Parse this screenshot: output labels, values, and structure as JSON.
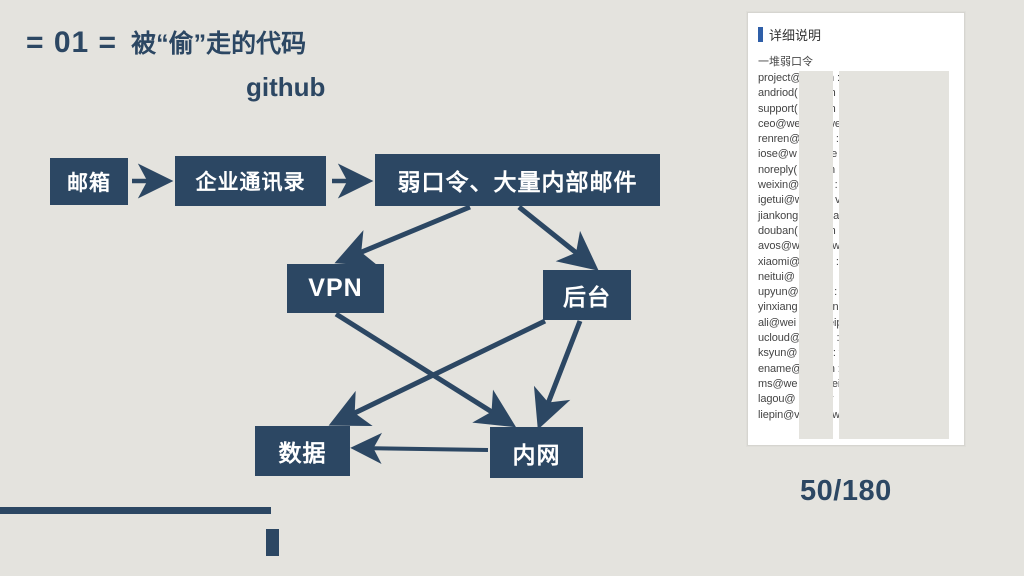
{
  "slide": {
    "background_color": "#e4e3de",
    "accent_color": "#2c4763",
    "title_number": "= 01 =",
    "title_text": "被“偷”走的代码",
    "subtitle": "github",
    "page_number": "50/180"
  },
  "diagram": {
    "nodes": [
      {
        "id": "mailbox",
        "label": "邮箱"
      },
      {
        "id": "contacts",
        "label": "企业通讯录"
      },
      {
        "id": "weakpw",
        "label": "弱口令、大量内部邮件"
      },
      {
        "id": "vpn",
        "label": "VPN"
      },
      {
        "id": "backend",
        "label": "后台"
      },
      {
        "id": "data",
        "label": "数据"
      },
      {
        "id": "intranet",
        "label": "内网"
      }
    ],
    "edges": [
      {
        "from": "mailbox",
        "to": "contacts"
      },
      {
        "from": "contacts",
        "to": "weakpw"
      },
      {
        "from": "weakpw",
        "to": "vpn"
      },
      {
        "from": "weakpw",
        "to": "backend"
      },
      {
        "from": "vpn",
        "to": "intranet"
      },
      {
        "from": "backend",
        "to": "data"
      },
      {
        "from": "backend",
        "to": "intranet"
      },
      {
        "from": "intranet",
        "to": "data"
      }
    ]
  },
  "panel": {
    "header": "详细说明",
    "header_bar_color": "#2f5fa8",
    "subtitle": "一堆弱口令",
    "rows": [
      {
        "prefix": "project@",
        "suffix": "n :"
      },
      {
        "prefix": "andriod(",
        "suffix": "cn"
      },
      {
        "prefix": "support(",
        "suffix": "cn"
      },
      {
        "prefix": "ceo@we",
        "suffix": "we"
      },
      {
        "prefix": "renren@",
        "suffix": "n :"
      },
      {
        "prefix": "iose@w",
        "suffix": "we"
      },
      {
        "prefix": "noreply(",
        "suffix": "cn"
      },
      {
        "prefix": "weixin@",
        "suffix": "n :"
      },
      {
        "prefix": "igetui@w",
        "suffix": ": v"
      },
      {
        "prefix": "jiankong",
        "suffix": "ipa"
      },
      {
        "prefix": "douban(",
        "suffix": "cn"
      },
      {
        "prefix": "avos@w",
        "suffix": ": w"
      },
      {
        "prefix": "xiaomi@",
        "suffix": "n :"
      },
      {
        "prefix": "neitui@",
        "suffix": ": v"
      },
      {
        "prefix": "upyun@",
        "suffix": "n :"
      },
      {
        "prefix": "yinxiang",
        "suffix": ".cn"
      },
      {
        "prefix": "ali@wei",
        "suffix": "veip"
      },
      {
        "prefix": "ucloud@",
        "suffix": "n :"
      },
      {
        "prefix": "ksyun@",
        "suffix": "n : v"
      },
      {
        "prefix": "ename@",
        "suffix": "n :"
      },
      {
        "prefix": "ms@we",
        "suffix": "wei"
      },
      {
        "prefix": "lagou@",
        "suffix": ": v"
      },
      {
        "prefix": "liepin@v",
        "suffix": ": w"
      }
    ]
  }
}
